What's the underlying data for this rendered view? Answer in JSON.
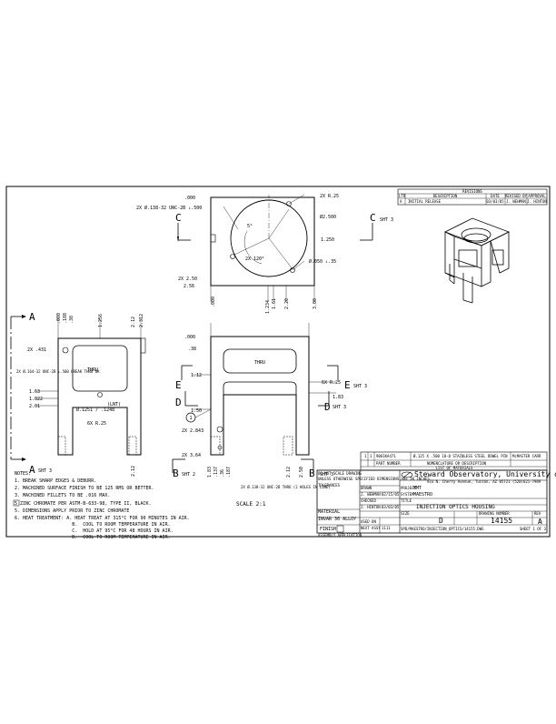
{
  "revisions": {
    "title": "REVISIONS",
    "headers": [
      "LTR",
      "DESCRIPTION",
      "DATE",
      "REVISED BY",
      "APPROVAL"
    ],
    "row": [
      "A",
      "INITIAL RELEASE",
      "03/03/05",
      "J. WEHMAN",
      "J. HINTON"
    ]
  },
  "top_view": {
    "dim_000_top": ".000",
    "tapped_holes": "2X Ø.138-32 UNC-2B ↓.500",
    "corner_r": "2X R.25",
    "bore_dia": "Ø2.500",
    "dim_1250": "1.250",
    "angle_5": "5°",
    "angle_120": "2X 120°",
    "pin_holes": "Ø.050 ↓.35",
    "dim_250": "2X 2.50",
    "dim_256": "2.56",
    "dim_000_bottom": ".000",
    "dim_1234": "1.234",
    "dim_161": "1.61",
    "dim_220": "2.20",
    "dim_300": "3.00",
    "section_c": "C",
    "section_c_sheet": "SHT 3"
  },
  "left_view": {
    "section_a": "A",
    "section_a_bottom_sheet": "SHT 3",
    "dim_000": ".000",
    "dim_188": ".188",
    "dim_38": ".38",
    "dim_1256": "1.256",
    "dim_212": "2.12",
    "dim_2312": "2.312",
    "dim_431": "2X .431",
    "tapped": "2X Ø.164-32 UNC-2B ↓.500 BREAK THRU OK",
    "thru": "THRU",
    "dim_163": "1.63",
    "dim_1822": "1.822",
    "dim_201": "2.01",
    "hole_dia": "Ø.1251 / .1248",
    "hole_lnt": "(LNT)",
    "fillet": "6X R.25",
    "dim_212_bottom": "2.12"
  },
  "front_view": {
    "dim_000": ".000",
    "dim_38": ".38",
    "thru": "THRU",
    "dim_112": "1.12",
    "dim_150": "1.50",
    "dim_2843": "2X 2.843",
    "dim_364": "2X 3.64",
    "fillet": "6X R.25",
    "dim_183": "1.83",
    "section_e": "E",
    "section_e_sheet": "SHT 3",
    "section_d": "D",
    "section_d_sheet": "SHT 3",
    "section_b": "B",
    "section_b_left_sheet": "SHT 2",
    "section_b_right_sheet": "SHT 3",
    "balloon": "1",
    "bottom_tapped": "2X Ø.138-32 UNC-2B THRU (2 HOLES IN LINE)",
    "dim_183b": "1.83",
    "dim_137": ".137",
    "dim_36": ".36",
    "dim_187": ".187",
    "dim_212": "2.12",
    "dim_250": "2.50",
    "scale": "SCALE 2:1"
  },
  "notes": {
    "title": "NOTES:",
    "items": [
      "1.  BREAK SHARP EDGES & DEBURR.",
      "2.  MACHINED SURFACE FINISH TO BE 125 RMS OR BETTER.",
      "3.  MACHINED FILLETS TO BE .016 MAX.",
      "5   ZINC CHROMATE PER ASTM-B-633-98, TYPE II, BLACK.",
      "5.  DIMENSIONS APPLY PRIOR TO ZINC CHROMATE",
      "6.  HEAT TREATMENT:  A.  HEAT TREAT AT 315°C FOR 90 MINUTES IN AIR.",
      "                     B.  COOL TO ROOM TEMPERATURE IN AIR.",
      "                     C.  HOLD AT 95°C FOR 48 HOURS IN AIR.",
      "                     D.  COOL TO ROOM TEMPERATURE IN AIR."
    ]
  },
  "bom": {
    "item": "1",
    "part": "9061KA471",
    "description": "Ø.125 X .500 18-8 STAINLESS STEEL DOWEL PIN",
    "vendor": "McMASTER CARR",
    "qty": "1",
    "col_part": "PART NUMBER",
    "col_desc": "NOMENCLATURE OR DESCRIPTION",
    "title": "LIST OF MATERIALS"
  },
  "title_block": {
    "note1": "DO NOT SCALE DRAWING",
    "note2": "UNLESS OTHERWISE SPECIFIED DIMENSIONS ARE IN INCHES",
    "tolerances": "TOLERANCES",
    "material_label": "MATERIAL",
    "material": "INVAR 36 ALLOY",
    "finish_label": "FINISH",
    "used_on": "USED ON",
    "next_assy": "NEXT ASSY",
    "next_assy_val": "1111",
    "org_name": "Steward Observatory, University of Arizona",
    "org_addr": "933 N. Cherry Avenue, Tucson, AZ  85721  (520)621-7989",
    "drawn": "DRAWN",
    "drawn_by": "J. WEHMAN",
    "drawn_date": "02/15/05",
    "checked": "CHECKED",
    "checked_by": "J. HINTON",
    "checked_date": "03/03/05",
    "project_label": "PROJECT",
    "project": "MMT",
    "system_label": "SYSTEM",
    "system": "MAESTRO",
    "title_label": "TITLE",
    "title": "INJECTION OPTICS HOUSING",
    "size_label": "SIZE",
    "size": "D",
    "dwg_label": "DRAWING NUMBER",
    "dwg_no": "14155",
    "rev_label": "REV",
    "rev": "A",
    "sheet_label": "SHEET",
    "sheet": "SHEET 1 OF 3",
    "assy_app": "ASSEMBLY APPLICATION",
    "file_ref": "SPD/MAESTRO/INJECTION_OPTICS/14155.DWG"
  }
}
